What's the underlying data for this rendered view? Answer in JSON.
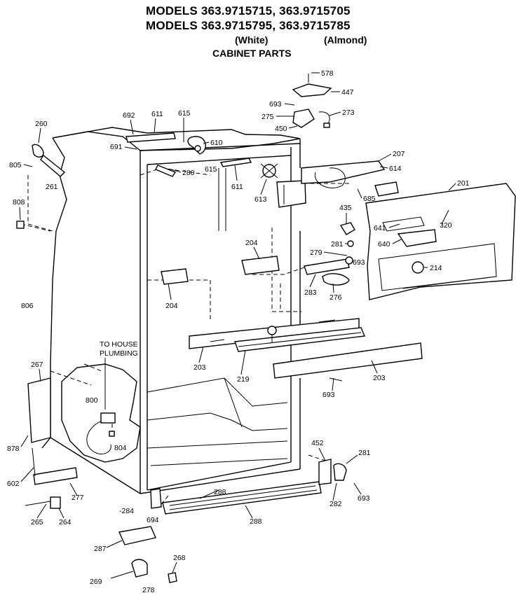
{
  "header": {
    "line1": "MODELS 363.9715715, 363.9715705",
    "line2": "MODELS 363.9715795, 363.9715785",
    "white": "(White)",
    "almond": "(Almond)",
    "section": "CABINET PARTS"
  },
  "plumbing_note": [
    "TO HOUSE",
    "PLUMBING"
  ],
  "part_labels": {
    "p578": "578",
    "p447": "447",
    "p693a": "693",
    "p273": "273",
    "p275": "275",
    "p450": "450",
    "p692": "692",
    "p611a": "611",
    "p615a": "615",
    "p260": "260",
    "p691": "691",
    "p610": "610",
    "p207": "207",
    "p805": "805",
    "p261": "261",
    "p280": "280",
    "p615b": "615",
    "p614": "614",
    "p611b": "611",
    "p613": "613",
    "p685": "685",
    "p201": "201",
    "p808": "808",
    "p435": "435",
    "p641": "641",
    "p320": "320",
    "p281a": "281",
    "p640": "640",
    "p204a": "204",
    "p279": "279",
    "p693b": "693",
    "p214": "214",
    "p283": "283",
    "p276": "276",
    "p204b": "204",
    "p806": "806",
    "p203a": "203",
    "p219": "219",
    "p203b": "203",
    "p267": "267",
    "p693c": "693",
    "p800": "800",
    "p804": "804",
    "p878": "878",
    "p452": "452",
    "p281b": "281",
    "p602": "602",
    "p277": "277",
    "p288a": "288",
    "p282": "282",
    "p693d": "693",
    "p284": "-284",
    "p694": "694",
    "p265": "265",
    "p264": "264",
    "p288b": "288",
    "p287": "287",
    "p268": "268",
    "p269": "269",
    "p278": "278"
  }
}
